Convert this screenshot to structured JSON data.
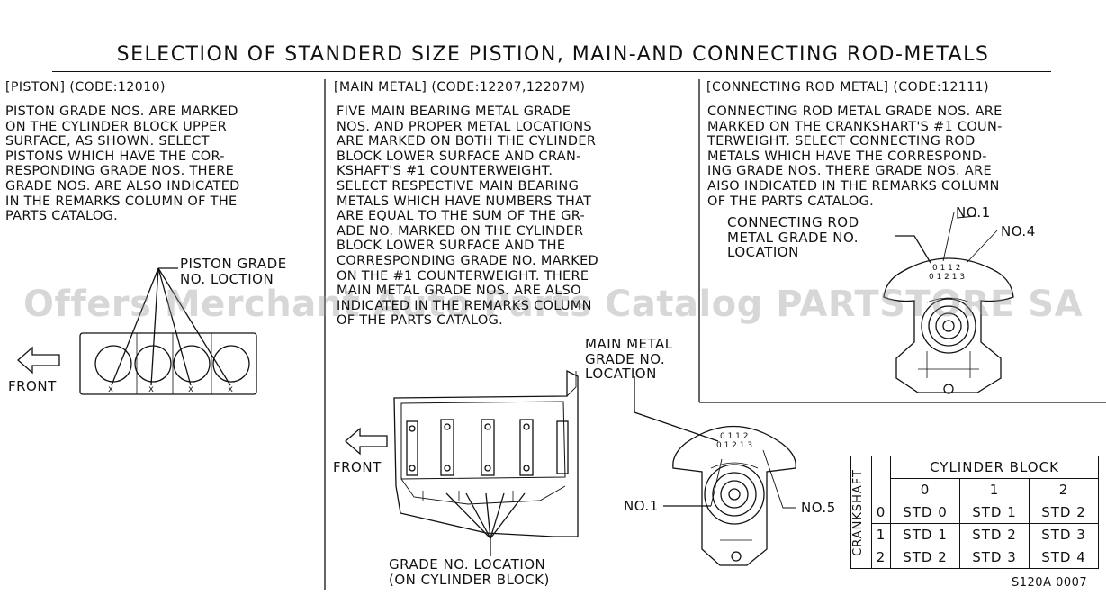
{
  "title": "SELECTION OF STANDERD SIZE PISTION, MAIN-AND CONNECTING ROD-METALS",
  "piston": {
    "header": "[PISTON] (CODE:12010)",
    "lines": [
      "PISTON GRADE NOS. ARE MARKED",
      "ON THE CYLINDER BLOCK UPPER",
      "SURFACE, AS SHOWN.  SELECT",
      "PISTONS WHICH HAVE THE COR-",
      "RESPONDING GRADE NOS.  THERE",
      "GRADE NOS. ARE ALSO INDICATED",
      "IN THE REMARKS COLUMN OF THE",
      "PARTS CATALOG."
    ],
    "grade_label": [
      "PISTON GRADE",
      "NO. LOCTION"
    ],
    "front": "FRONT",
    "marks": [
      "x",
      "x",
      "x",
      "x"
    ]
  },
  "main": {
    "header": "[MAIN METAL] (CODE:12207,12207M)",
    "lines": [
      "FIVE MAIN BEARING METAL GRADE",
      "NOS. AND PROPER METAL LOCATIONS",
      "ARE MARKED ON BOTH THE CYLINDER",
      "BLOCK LOWER SURFACE AND CRAN-",
      "KSHAFT'S #1 COUNTERWEIGHT.",
      "SELECT RESPECTIVE MAIN BEARING",
      "METALS WHICH HAVE NUMBERS THAT",
      "ARE EQUAL TO THE SUM OF THE GR-",
      "ADE NO. MARKED ON THE CYLINDER",
      "BLOCK LOWER SURFACE AND THE",
      "CORRESPONDING GRADE NO. MARKED",
      "ON THE #1 COUNTERWEIGHT.  THERE",
      "MAIN METAL GRADE NOS. ARE ALSO",
      "INDICATED IN THE REMARKS COLUMN",
      "OF THE PARTS CATALOG."
    ],
    "location_label": [
      "MAIN METAL",
      "GRADE NO.",
      "LOCATION"
    ],
    "front": "FRONT",
    "grade_loc": [
      "GRADE NO. LOCATION",
      "(ON CYLINDER BLOCK)"
    ],
    "no1": "NO.1",
    "no5": "NO.5",
    "cw_top": "0 1 1 2",
    "cw_bottom": "0 1 2 1 3"
  },
  "conrod": {
    "header": "[CONNECTING ROD METAL] (CODE:12111)",
    "lines": [
      "CONNECTING ROD METAL GRADE NOS. ARE",
      "MARKED ON THE CRANKSHART'S #1 COUN-",
      "TERWEIGHT.  SELECT CONNECTING ROD",
      "METALS WHICH HAVE THE CORRESPOND-",
      "ING GRADE NOS.  THERE GRADE NOS. ARE",
      "AISO INDICATED IN THE REMARKS COLUMN",
      "OF THE PARTS CATALOG."
    ],
    "location_label": [
      "CONNECTING ROD",
      "METAL GRADE NO.",
      "LOCATION"
    ],
    "no1": "NO.1",
    "no4": "NO.4",
    "cw_top": "0 1 1 2",
    "cw_bottom": "0 1 2 1 3"
  },
  "grade_table": {
    "row_header": "CRANKSHAFT",
    "col_header": "CYLINDER BLOCK",
    "columns": [
      "0",
      "1",
      "2"
    ],
    "rows": [
      {
        "label": "0",
        "cells": [
          "STD 0",
          "STD 1",
          "STD 2"
        ]
      },
      {
        "label": "1",
        "cells": [
          "STD 1",
          "STD 2",
          "STD 3"
        ]
      },
      {
        "label": "2",
        "cells": [
          "STD 2",
          "STD 3",
          "STD 4"
        ]
      }
    ]
  },
  "figure_code": "S120A 0007",
  "watermark": "Offers Merchant Auto Parts Catalog PARTSTORE SA"
}
